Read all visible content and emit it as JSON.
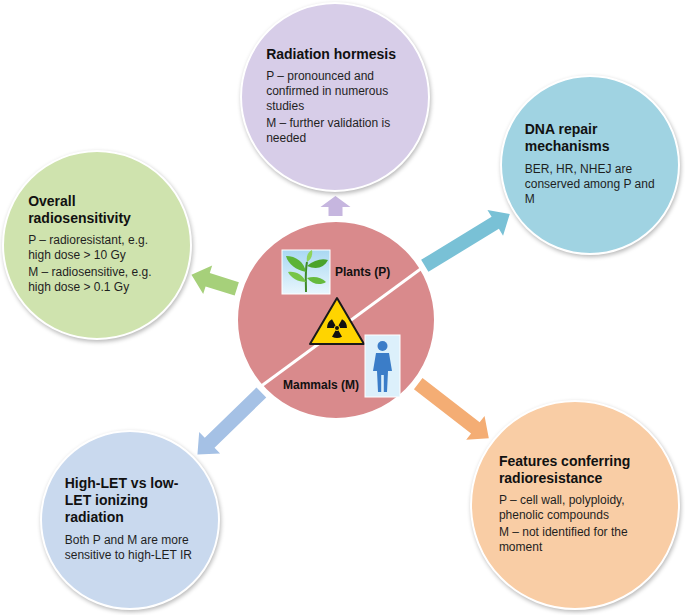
{
  "diagram": {
    "nodes": [
      {
        "text": [
          "Plants (P)",
          "Mammals (M)"
        ]
      },
      {
        "text": [
          "Radiation hormesis",
          "P – pronounced and confirmed in numerous studies",
          "M – further validation is needed"
        ]
      },
      {
        "text": [
          "DNA repair mechanisms",
          "BER, HR, NHEJ are conserved among P and M"
        ]
      },
      {
        "text": [
          "Features conferring radioresistance",
          "P – cell wall, polyploidy, phenolic compounds",
          "M – not identified for the moment"
        ]
      },
      {
        "text": [
          "High-LET vs low-LET ionizing radiation",
          "Both P and M are more sensitive to high-LET IR"
        ]
      },
      {
        "text": [
          "Overall radiosensitivity",
          "P – radioresistant, e.g. high dose > 10 Gy",
          "M – radiosensitive, e.g. high dose > 0.1 Gy"
        ]
      }
    ],
    "edges": [
      {
        "from": 0,
        "to": 1,
        "arrow": "to"
      },
      {
        "from": 0,
        "to": 2,
        "arrow": "to"
      },
      {
        "from": 0,
        "to": 3,
        "arrow": "to"
      },
      {
        "from": 0,
        "to": 4,
        "arrow": "to"
      },
      {
        "from": 0,
        "to": 5,
        "arrow": "to"
      }
    ]
  }
}
